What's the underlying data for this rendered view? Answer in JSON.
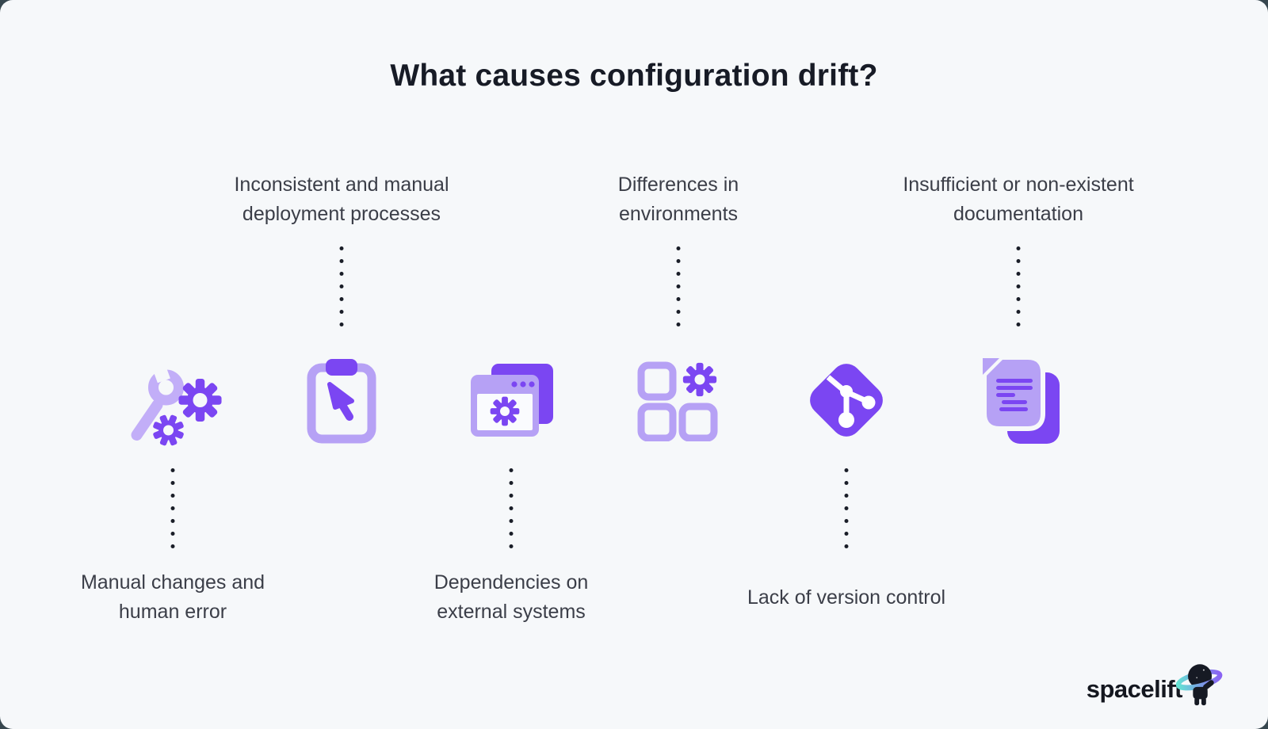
{
  "title": "What causes configuration drift?",
  "causes": [
    {
      "id": 1,
      "label": "Manual changes and human error",
      "icon": "wrench-and-gears",
      "label_position": "below"
    },
    {
      "id": 2,
      "label": "Inconsistent and manual deployment processes",
      "icon": "clipboard-cursor",
      "label_position": "above"
    },
    {
      "id": 3,
      "label": "Dependencies on external systems",
      "icon": "browser-windows-gear",
      "label_position": "below"
    },
    {
      "id": 4,
      "label": "Differences in environments",
      "icon": "app-grid-gear",
      "label_position": "above"
    },
    {
      "id": 5,
      "label": "Lack of version control",
      "icon": "git-branch",
      "label_position": "below"
    },
    {
      "id": 6,
      "label": "Insufficient or non-existent documentation",
      "icon": "document-copies",
      "label_position": "above"
    }
  ],
  "logo": {
    "text": "spacelift"
  },
  "colors": {
    "background": "#f6f8fa",
    "accent_dark": "#7b46f2",
    "accent_light": "#b6a1f5",
    "accent_lighter": "#c2aef8",
    "text_title": "#171b26",
    "text_label": "#3b3e48",
    "dot": "#1a1e28",
    "logo_text": "#14171f",
    "ring_gradient_start": "#64e3d4",
    "ring_gradient_end": "#8a63f3"
  }
}
